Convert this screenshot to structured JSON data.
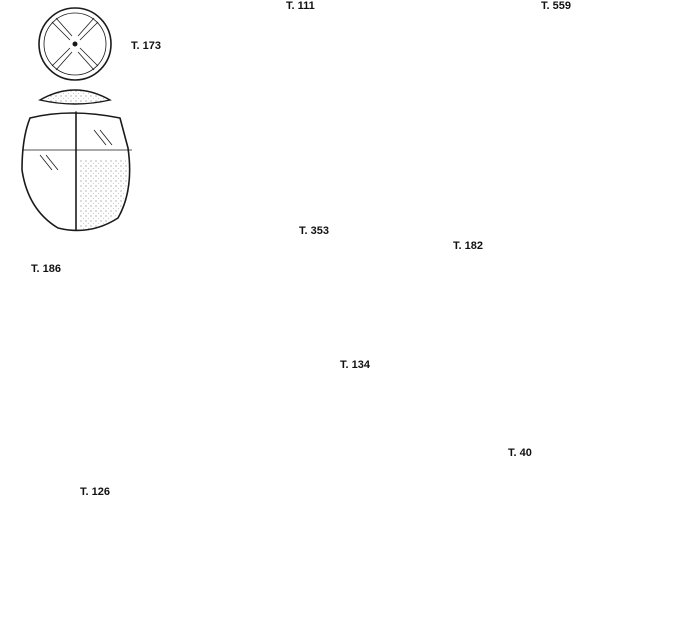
{
  "plate": {
    "labels": {
      "t173": "T. 173",
      "t111": "T. 111",
      "t559": "T. 559",
      "t186": "T. 186",
      "t353": "T. 353",
      "t182": "T. 182",
      "t134": "T. 134",
      "t126": "T. 126",
      "t40": "T. 40"
    }
  }
}
